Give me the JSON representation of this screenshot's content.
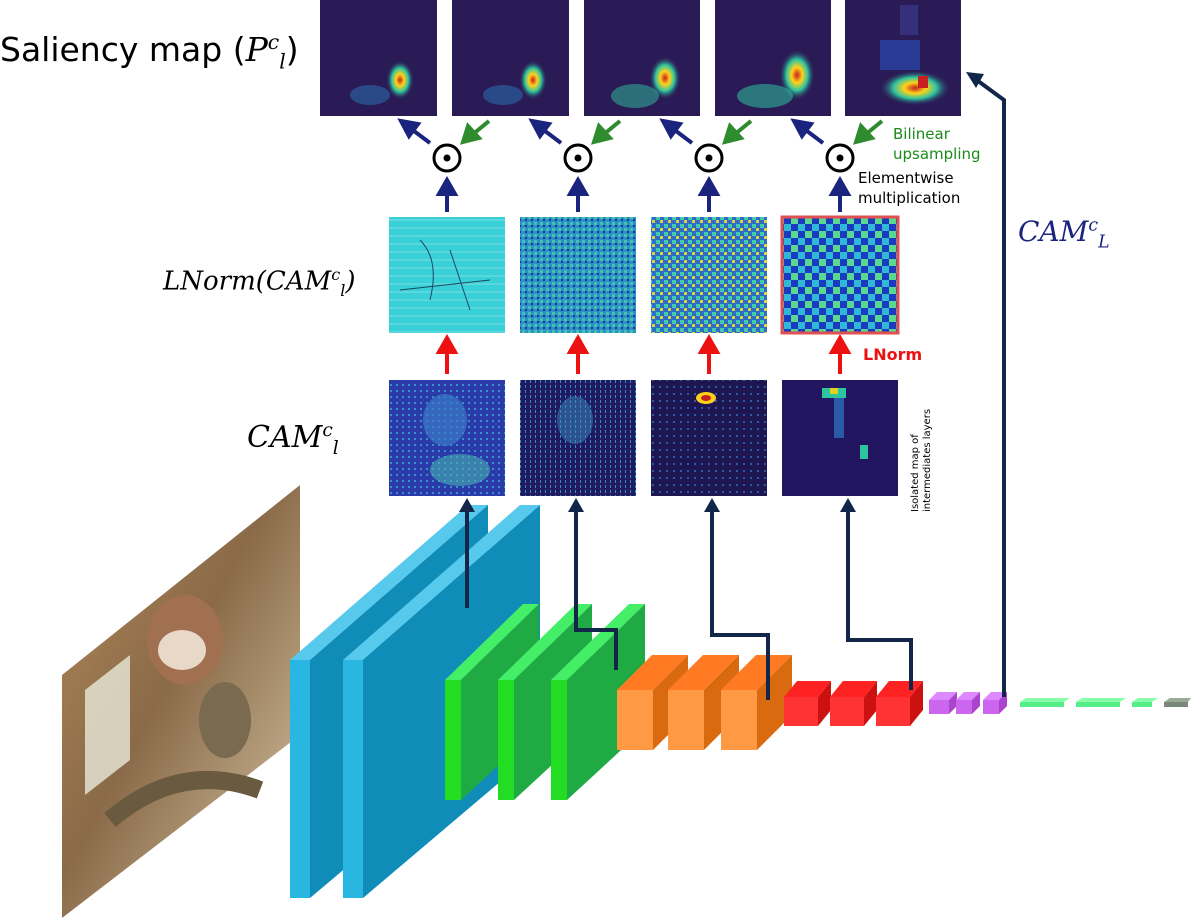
{
  "labels": {
    "saliency_title": "Saliency map (",
    "saliency_P": "P",
    "saliency_sup": "c",
    "saliency_sub": "l",
    "saliency_close": ")",
    "lnorm_prefix": "LNorm(CAM",
    "lnorm_sup": "c",
    "lnorm_sub": "l",
    "lnorm_close": ")",
    "cam_l": "CAM",
    "cam_l_sup": "c",
    "cam_l_sub": "l",
    "cam_L": "CAM",
    "cam_L_sup": "c",
    "cam_L_sub": "L",
    "bilinear_note": "Bilinear upsampling",
    "elementwise_note": "Elementwise multiplication",
    "lnorm_op": "LNorm",
    "isolated_note": "Isolated map of intermediates layers",
    "odot_symbol": "⊙"
  },
  "colors": {
    "arrow_navy": "#1a237e",
    "arrow_green": "#2e8b2e",
    "arrow_red": "#ee1111",
    "connector": "#12264a",
    "block_blue_front": "#29b6e0",
    "block_blue_side": "#0f8cb8",
    "block_green_front": "#22dd22",
    "block_green_side": "#1faa44",
    "block_orange_front": "#ff9944",
    "block_orange_side": "#d96a10",
    "block_red_front": "#ff3333",
    "block_red_side": "#cc1111",
    "block_purple": "#cc66ee",
    "block_mint": "#55ee88",
    "block_grey": "#778877",
    "heatmap_bg": "#2a1a55",
    "lnorm_bg": "#33c8d8"
  },
  "icons": {
    "input_photo": "dog-and-cat-photo",
    "multiply": "odot-icon"
  },
  "counts": {
    "saliency_maps": 5,
    "lnorm_maps": 4,
    "cam_maps": 4
  }
}
